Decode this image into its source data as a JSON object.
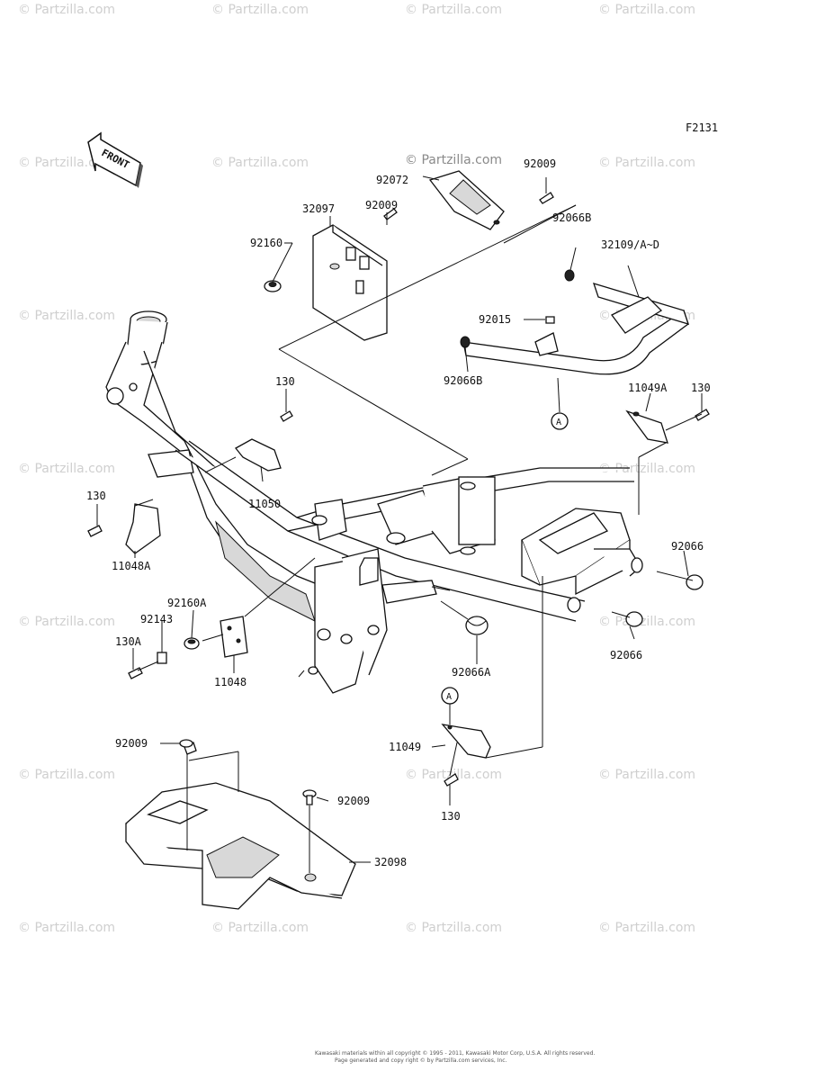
{
  "figure_code": "F2131",
  "watermark": "© Partzilla.com",
  "front_arrow_label": "FRONT",
  "footer": {
    "line1": "Kawasaki materials within all copyright © 1995 - 2011, Kawasaki Motor Corp, U.S.A. All rights reserved.",
    "line2": "Page generated and copy right © by Partzilla.com services, Inc."
  },
  "callouts": {
    "c_92009_top": "92009",
    "c_92072": "92072",
    "c_32097": "32097",
    "c_92009_b": "92009",
    "c_92160": "92160",
    "c_92066B_top": "92066B",
    "c_32109": "32109/A~D",
    "c_92015": "92015",
    "c_92066B_bot": "92066B",
    "c_A_top": "A",
    "c_11049A": "11049A",
    "c_130_right": "130",
    "c_130_top": "130",
    "c_11050": "11050",
    "c_130_left": "130",
    "c_11048A": "11048A",
    "c_92066_r1": "92066",
    "c_92066_r2": "92066",
    "c_92160A": "92160A",
    "c_92143": "92143",
    "c_130A": "130A",
    "c_11048": "11048",
    "c_92066A": "92066A",
    "c_A_bot": "A",
    "c_11049": "11049",
    "c_130_bot": "130",
    "c_92009_l": "92009",
    "c_92009_r": "92009",
    "c_32098": "32098"
  }
}
